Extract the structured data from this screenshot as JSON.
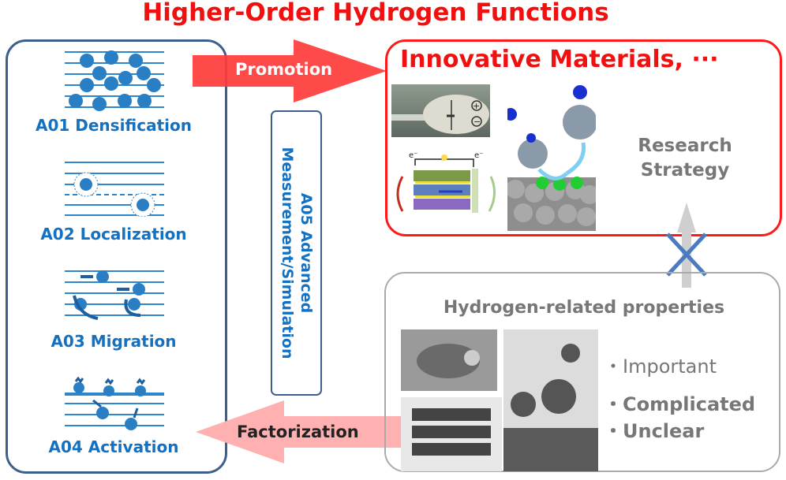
{
  "title": "Higher-Order Hydrogen Functions",
  "areas": [
    {
      "label": "A01 Densification",
      "icon": "densification-icon"
    },
    {
      "label": "A02 Localization",
      "icon": "localization-icon"
    },
    {
      "label": "A03 Migration",
      "icon": "migration-icon"
    },
    {
      "label": "A04 Activation",
      "icon": "activation-icon"
    }
  ],
  "a05": {
    "line1": "A05 Advanced",
    "line2": "Measurement/Simulation"
  },
  "promotion": "Promotion",
  "factorization": "Factorization",
  "materials": {
    "title": "Innovative Materials, ···",
    "strategy1": "Research",
    "strategy2": "Strategy",
    "battery_symbols": "⊕ ⊖",
    "electron": "e⁻"
  },
  "properties": {
    "title": "Hydrogen-related properties",
    "bullets": [
      "・Important",
      "・Complicated",
      "・Unclear"
    ]
  },
  "colors": {
    "red": "#f01010",
    "blue": "#1470c0",
    "frame": "#3d5f8c",
    "gray": "#777777",
    "pink": "#ffb0b0"
  }
}
